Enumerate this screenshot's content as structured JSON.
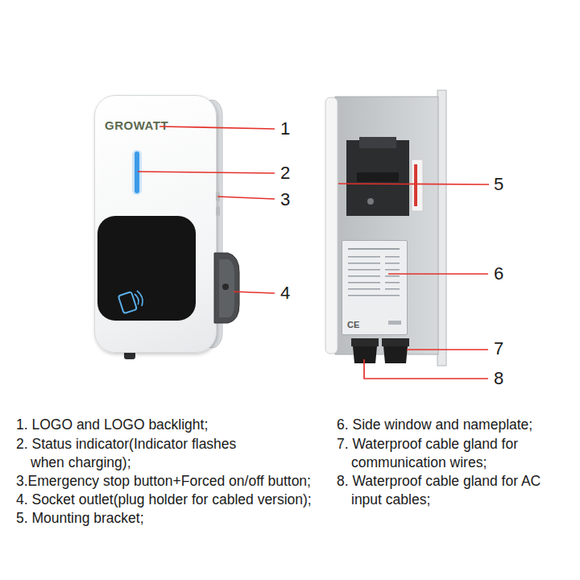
{
  "diagram": {
    "nodes": [
      {
        "text": [
          "GROWATT"
        ]
      },
      {
        "text": [
          "CE"
        ]
      }
    ],
    "labels": [
      "1",
      "2",
      "3",
      "4",
      "5",
      "6",
      "7",
      "8",
      "1. LOGO and LOGO backlight;",
      "2. Status indicator(Indicator flashes when charging);",
      "3.Emergency stop button+Forced on/off button;",
      "4. Socket outlet(plug holder for cabled version);",
      "5. Mounting bracket;",
      "6. Side window and nameplate;",
      "7. Waterproof cable gland for communication wires;",
      "8. Waterproof cable gland for AC input cables;"
    ]
  }
}
